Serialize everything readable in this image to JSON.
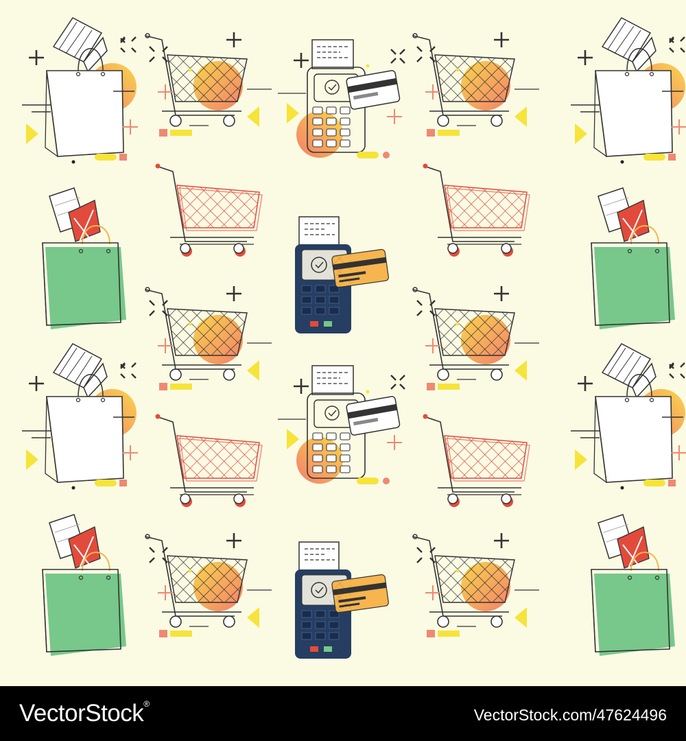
{
  "footer": {
    "brand": "VectorStock",
    "brand_mark": "®",
    "stock_id": "VectorStock.com/47624496"
  },
  "colors": {
    "background": "#fbfbe4",
    "footer": "#000000",
    "ink": "#333333",
    "red": "#e24b3c",
    "salmon": "#f08870",
    "yellow": "#f6e43a",
    "gradient_orange": "#f3806a",
    "gradient_yellow": "#f9d54d",
    "green_bag": "#77c88a",
    "terminal_navy": "#263e62",
    "card_orange": "#f6b54e"
  },
  "pattern": {
    "tiles": [
      {
        "kind": "white-bag",
        "name": "white-bag-icon"
      },
      {
        "kind": "gradient-cart",
        "name": "shopping-cart-icon"
      },
      {
        "kind": "light-terminal",
        "name": "payment-terminal-icon"
      },
      {
        "kind": "gradient-cart",
        "name": "shopping-cart-icon"
      },
      {
        "kind": "white-bag",
        "name": "white-bag-icon"
      },
      {
        "kind": "green-bag",
        "name": "green-gift-bag-icon"
      },
      {
        "kind": "red-cart",
        "name": "red-shopping-cart-icon"
      },
      {
        "kind": "dark-terminal",
        "name": "dark-payment-terminal-icon"
      },
      {
        "kind": "red-cart",
        "name": "red-shopping-cart-icon"
      },
      {
        "kind": "green-bag",
        "name": "green-gift-bag-icon"
      },
      {
        "kind": "gradient-cart",
        "name": "shopping-cart-icon"
      },
      {
        "kind": "gradient-cart",
        "name": "shopping-cart-icon"
      },
      {
        "kind": "white-bag",
        "name": "white-bag-icon"
      },
      {
        "kind": "light-terminal",
        "name": "payment-terminal-icon"
      },
      {
        "kind": "white-bag",
        "name": "white-bag-icon"
      },
      {
        "kind": "red-cart",
        "name": "red-shopping-cart-icon"
      },
      {
        "kind": "red-cart",
        "name": "red-shopping-cart-icon"
      },
      {
        "kind": "green-bag",
        "name": "green-gift-bag-icon"
      },
      {
        "kind": "gradient-cart",
        "name": "shopping-cart-icon"
      },
      {
        "kind": "dark-terminal",
        "name": "dark-payment-terminal-icon"
      },
      {
        "kind": "gradient-cart",
        "name": "shopping-cart-icon"
      },
      {
        "kind": "green-bag",
        "name": "green-gift-bag-icon"
      }
    ]
  }
}
